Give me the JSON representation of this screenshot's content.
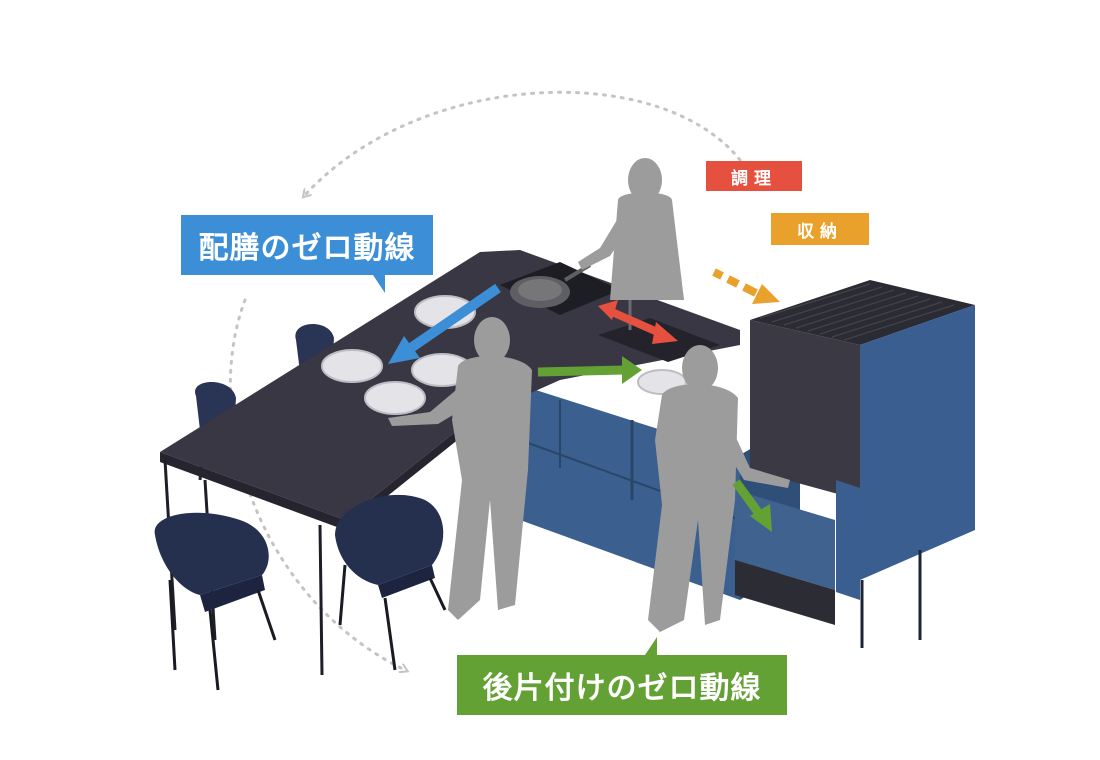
{
  "labels": {
    "haizen": "配膳のゼロ動線",
    "atokatazuke": "後片付けのゼロ動線",
    "chouri": "調理",
    "shuunou": "収納"
  },
  "colors": {
    "haizen": "#3c8fd6",
    "atokatazuke": "#64a135",
    "chouri": "#e5503f",
    "shuunou": "#e9a12b",
    "cabinet": "#3b5f8e",
    "countertop": "#3a3744",
    "silhouette": "#9c9c9c",
    "dotted_arc": "#c4c4c4"
  }
}
